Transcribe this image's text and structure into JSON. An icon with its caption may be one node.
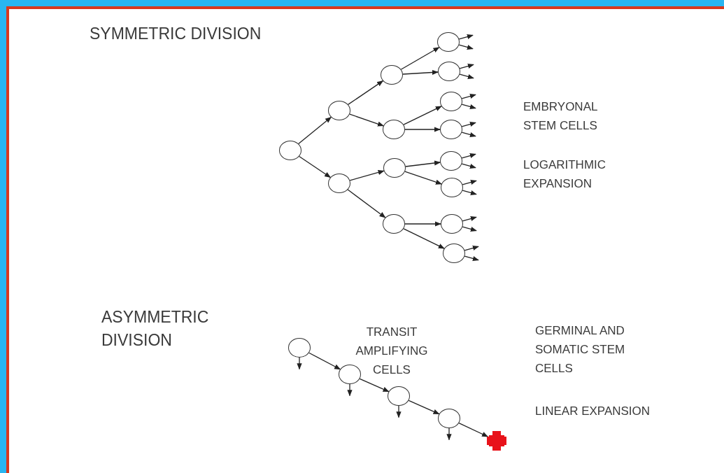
{
  "diagram": {
    "nodes": [
      {
        "text": [],
        "shape": "circle"
      },
      {
        "text": [],
        "shape": "circle"
      },
      {
        "text": [],
        "shape": "circle"
      },
      {
        "text": [],
        "shape": "circle"
      },
      {
        "text": [],
        "shape": "circle"
      },
      {
        "text": [],
        "shape": "circle"
      },
      {
        "text": [],
        "shape": "circle"
      },
      {
        "text": [],
        "shape": "circle"
      },
      {
        "text": [],
        "shape": "circle"
      },
      {
        "text": [],
        "shape": "circle"
      },
      {
        "text": [],
        "shape": "circle"
      },
      {
        "text": [],
        "shape": "circle"
      },
      {
        "text": [],
        "shape": "circle"
      },
      {
        "text": [],
        "shape": "circle"
      },
      {
        "text": [],
        "shape": "circle"
      },
      {
        "text": [],
        "shape": "circle"
      },
      {
        "text": [],
        "shape": "circle"
      },
      {
        "text": [],
        "shape": "circle"
      },
      {
        "text": [],
        "shape": "circle"
      },
      {
        "text": [],
        "shape": "cross"
      }
    ],
    "edges": [
      {
        "from": 0,
        "to": 1,
        "arrow": "to"
      },
      {
        "from": 0,
        "to": 2,
        "arrow": "to"
      },
      {
        "from": 1,
        "to": 3,
        "arrow": "to"
      },
      {
        "from": 1,
        "to": 4,
        "arrow": "to"
      },
      {
        "from": 2,
        "to": 5,
        "arrow": "to"
      },
      {
        "from": 2,
        "to": 6,
        "arrow": "to"
      },
      {
        "from": 3,
        "to": 7,
        "arrow": "to"
      },
      {
        "from": 3,
        "to": 8,
        "arrow": "to"
      },
      {
        "from": 4,
        "to": 9,
        "arrow": "to"
      },
      {
        "from": 4,
        "to": 10,
        "arrow": "to"
      },
      {
        "from": 5,
        "to": 11,
        "arrow": "to"
      },
      {
        "from": 5,
        "to": 12,
        "arrow": "to"
      },
      {
        "from": 6,
        "to": 13,
        "arrow": "to"
      },
      {
        "from": 6,
        "to": 14,
        "arrow": "to"
      },
      {
        "from": 7,
        "to": null,
        "arrow": "to"
      },
      {
        "from": 7,
        "to": null,
        "arrow": "to"
      },
      {
        "from": 8,
        "to": null,
        "arrow": "to"
      },
      {
        "from": 8,
        "to": null,
        "arrow": "to"
      },
      {
        "from": 9,
        "to": null,
        "arrow": "to"
      },
      {
        "from": 9,
        "to": null,
        "arrow": "to"
      },
      {
        "from": 10,
        "to": null,
        "arrow": "to"
      },
      {
        "from": 10,
        "to": null,
        "arrow": "to"
      },
      {
        "from": 11,
        "to": null,
        "arrow": "to"
      },
      {
        "from": 11,
        "to": null,
        "arrow": "to"
      },
      {
        "from": 12,
        "to": null,
        "arrow": "to"
      },
      {
        "from": 12,
        "to": null,
        "arrow": "to"
      },
      {
        "from": 13,
        "to": null,
        "arrow": "to"
      },
      {
        "from": 13,
        "to": null,
        "arrow": "to"
      },
      {
        "from": 14,
        "to": null,
        "arrow": "to"
      },
      {
        "from": 14,
        "to": null,
        "arrow": "to"
      },
      {
        "from": 15,
        "to": 16,
        "arrow": "to"
      },
      {
        "from": 16,
        "to": 17,
        "arrow": "to"
      },
      {
        "from": 17,
        "to": 18,
        "arrow": "to"
      },
      {
        "from": 18,
        "to": 19,
        "arrow": "to"
      },
      {
        "from": 15,
        "to": null,
        "arrow": "to"
      },
      {
        "from": 16,
        "to": null,
        "arrow": "to"
      },
      {
        "from": 17,
        "to": null,
        "arrow": "to"
      },
      {
        "from": 18,
        "to": null,
        "arrow": "to"
      }
    ],
    "labels": [
      "SYMMETRIC DIVISION",
      "EMBRYONAL STEM CELLS",
      "LOGARITHMIC EXPANSION",
      "ASYMMETRIC DIVISION",
      "TRANSIT AMPLIFYING CELLS",
      "GERMINAL AND SOMATIC STEM CELLS",
      "LINEAR EXPANSION"
    ]
  }
}
